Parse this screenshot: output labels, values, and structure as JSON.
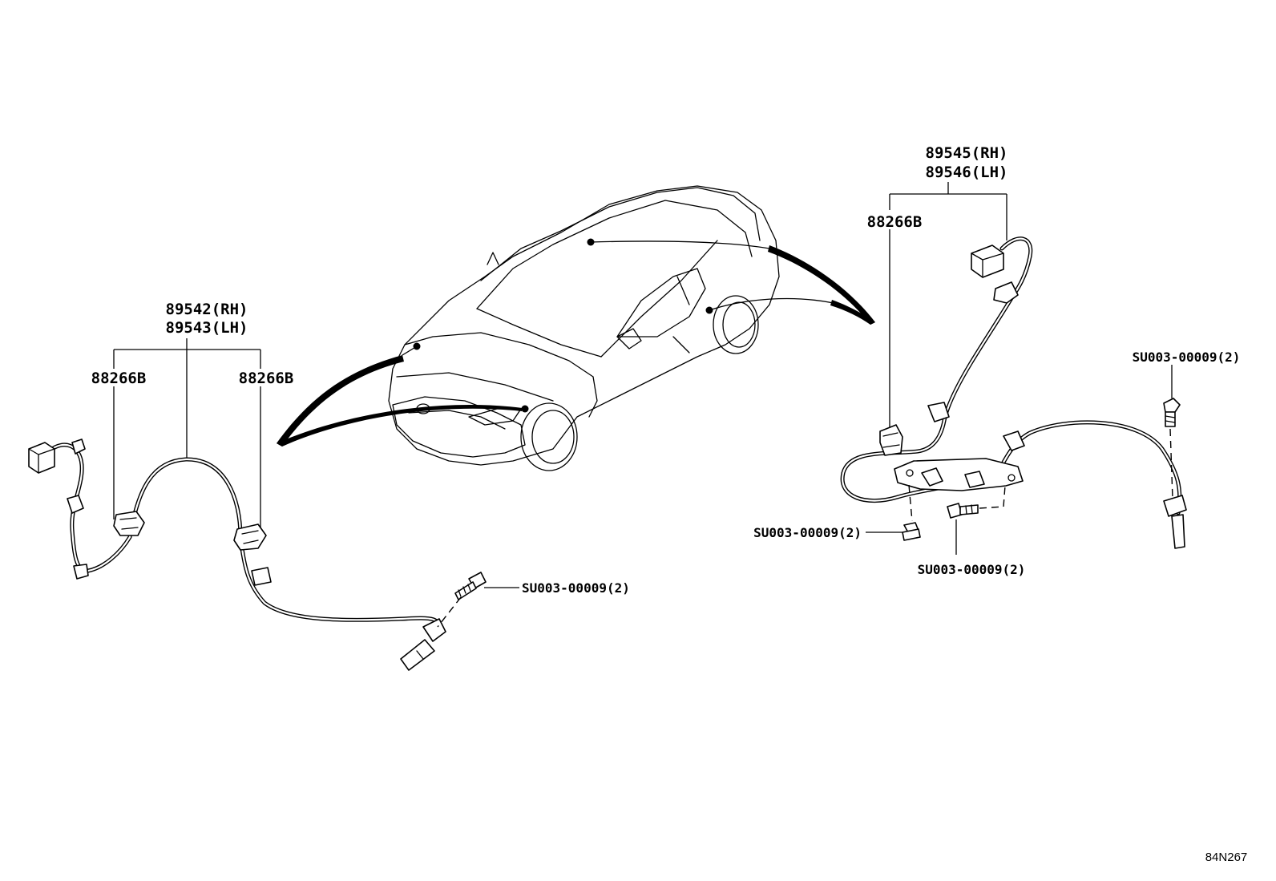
{
  "labels": {
    "front_sensor_rh": "89542(RH)",
    "front_sensor_lh": "89543(LH)",
    "front_clamp_left": "88266B",
    "front_clamp_right": "88266B",
    "front_bolt": "SU003-00009(2)",
    "rear_sensor_rh": "89545(RH)",
    "rear_sensor_lh": "89546(LH)",
    "rear_clamp": "88266B",
    "rear_bolt_top": "SU003-00009(2)",
    "rear_bolt_left": "SU003-00009(2)",
    "rear_bolt_bottom": "SU003-00009(2)"
  },
  "reference_code": "84N267"
}
